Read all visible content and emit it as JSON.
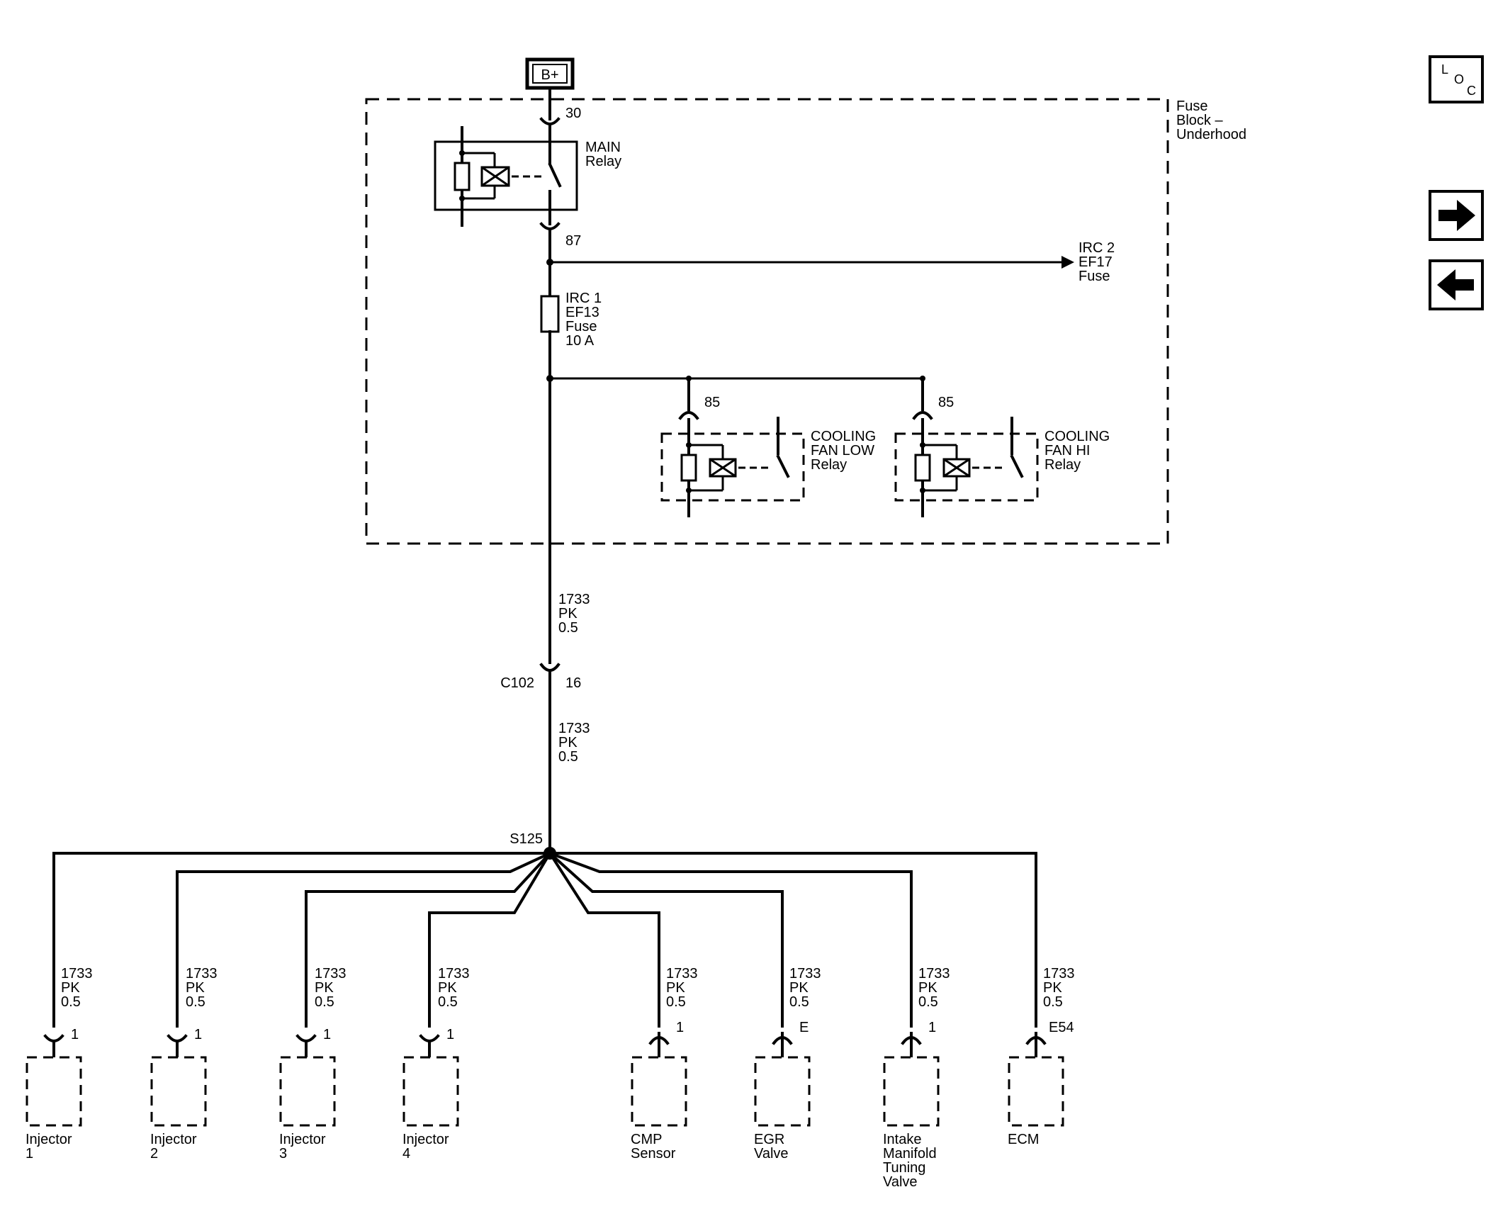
{
  "power": {
    "label": "B+"
  },
  "fuse_block": {
    "label_lines": [
      "Fuse",
      "Block –",
      "Underhood"
    ]
  },
  "main_relay": {
    "label_lines": [
      "MAIN",
      "Relay"
    ],
    "pin_in": "30",
    "pin_out": "87"
  },
  "irc2": {
    "label_lines": [
      "IRC 2",
      "EF17",
      "Fuse"
    ]
  },
  "irc1": {
    "label_lines": [
      "IRC 1",
      "EF13",
      "Fuse",
      "10 A"
    ]
  },
  "fan_low_relay": {
    "label_lines": [
      "COOLING",
      "FAN LOW",
      "Relay"
    ],
    "pin": "85"
  },
  "fan_hi_relay": {
    "label_lines": [
      "COOLING",
      "FAN HI",
      "Relay"
    ],
    "pin": "85"
  },
  "wire_upper": {
    "label_lines": [
      "1733",
      "PK",
      "0.5"
    ]
  },
  "connector_c102": {
    "name": "C102",
    "pin": "16"
  },
  "wire_lower": {
    "label_lines": [
      "1733",
      "PK",
      "0.5"
    ]
  },
  "splice": {
    "name": "S125"
  },
  "loads": [
    {
      "wire_lines": [
        "1733",
        "PK",
        "0.5"
      ],
      "pin": "1",
      "label_lines": [
        "Injector",
        "1"
      ]
    },
    {
      "wire_lines": [
        "1733",
        "PK",
        "0.5"
      ],
      "pin": "1",
      "label_lines": [
        "Injector",
        "2"
      ]
    },
    {
      "wire_lines": [
        "1733",
        "PK",
        "0.5"
      ],
      "pin": "1",
      "label_lines": [
        "Injector",
        "3"
      ]
    },
    {
      "wire_lines": [
        "1733",
        "PK",
        "0.5"
      ],
      "pin": "1",
      "label_lines": [
        "Injector",
        "4"
      ]
    },
    {
      "wire_lines": [
        "1733",
        "PK",
        "0.5"
      ],
      "pin": "1",
      "label_lines": [
        "CMP",
        "Sensor"
      ]
    },
    {
      "wire_lines": [
        "1733",
        "PK",
        "0.5"
      ],
      "pin": "E",
      "label_lines": [
        "EGR",
        "Valve"
      ]
    },
    {
      "wire_lines": [
        "1733",
        "PK",
        "0.5"
      ],
      "pin": "1",
      "label_lines": [
        "Intake",
        "Manifold",
        "Tuning",
        "Valve"
      ]
    },
    {
      "wire_lines": [
        "1733",
        "PK",
        "0.5"
      ],
      "pin": "E54",
      "label_lines": [
        "ECM"
      ]
    }
  ],
  "nav": {
    "loc_letters": [
      "L",
      "O",
      "C"
    ],
    "forward_icon": "arrow-right-icon",
    "back_icon": "arrow-left-icon"
  }
}
